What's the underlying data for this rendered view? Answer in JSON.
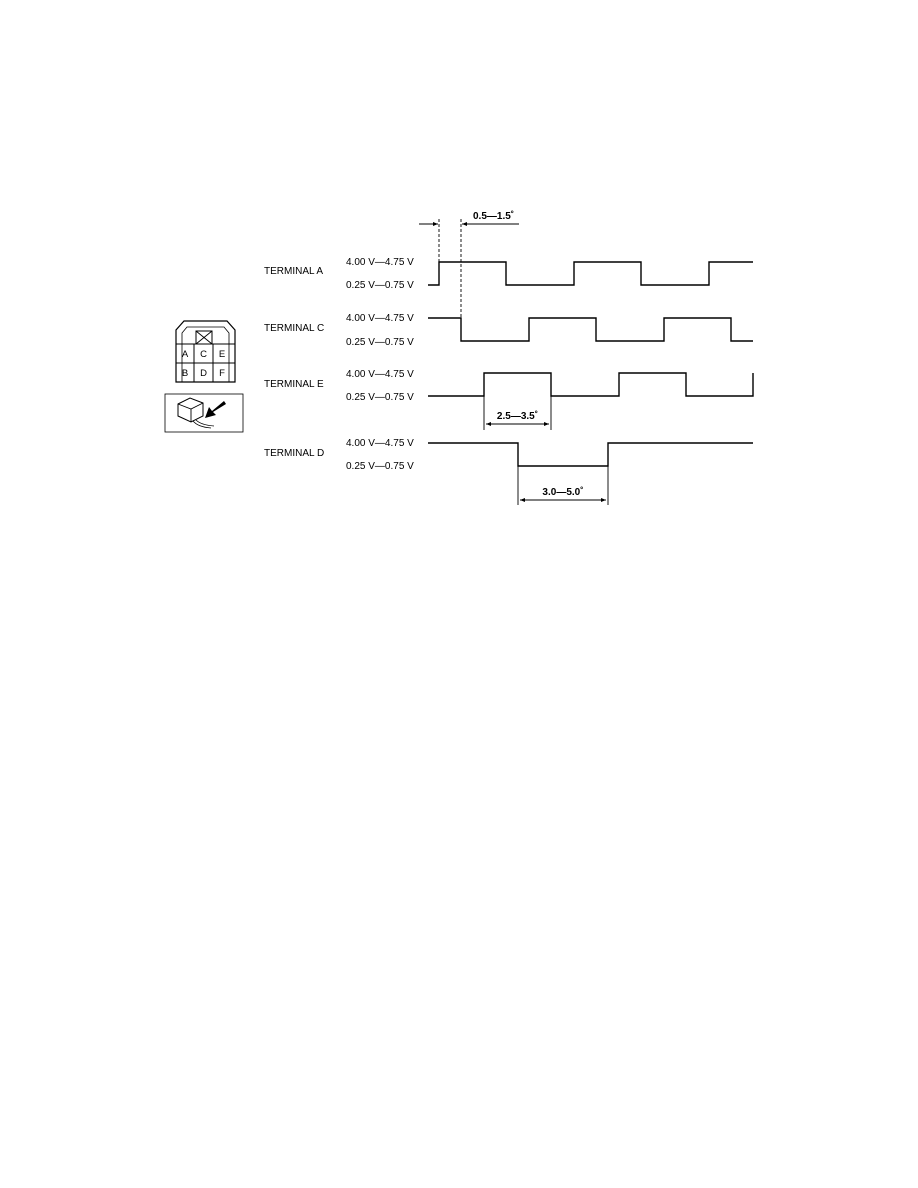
{
  "terminals": [
    {
      "label": "TERMINAL A",
      "high": "4.00 V—4.75 V",
      "low": "0.25 V—0.75 V"
    },
    {
      "label": "TERMINAL C",
      "high": "4.00 V—4.75 V",
      "low": "0.25 V—0.75 V"
    },
    {
      "label": "TERMINAL E",
      "high": "4.00 V—4.75 V",
      "low": "0.25 V—0.75 V"
    },
    {
      "label": "TERMINAL D",
      "high": "4.00 V—4.75 V",
      "low": "0.25 V—0.75 V"
    }
  ],
  "dimensions": {
    "phase_offset": "0.5—1.5˚",
    "pulse_width_e": "2.5—3.5˚",
    "pulse_width_d": "3.0—5.0˚"
  },
  "connector": {
    "pins_top": [
      "A",
      "C",
      "E"
    ],
    "pins_bottom": [
      "B",
      "D",
      "F"
    ]
  }
}
